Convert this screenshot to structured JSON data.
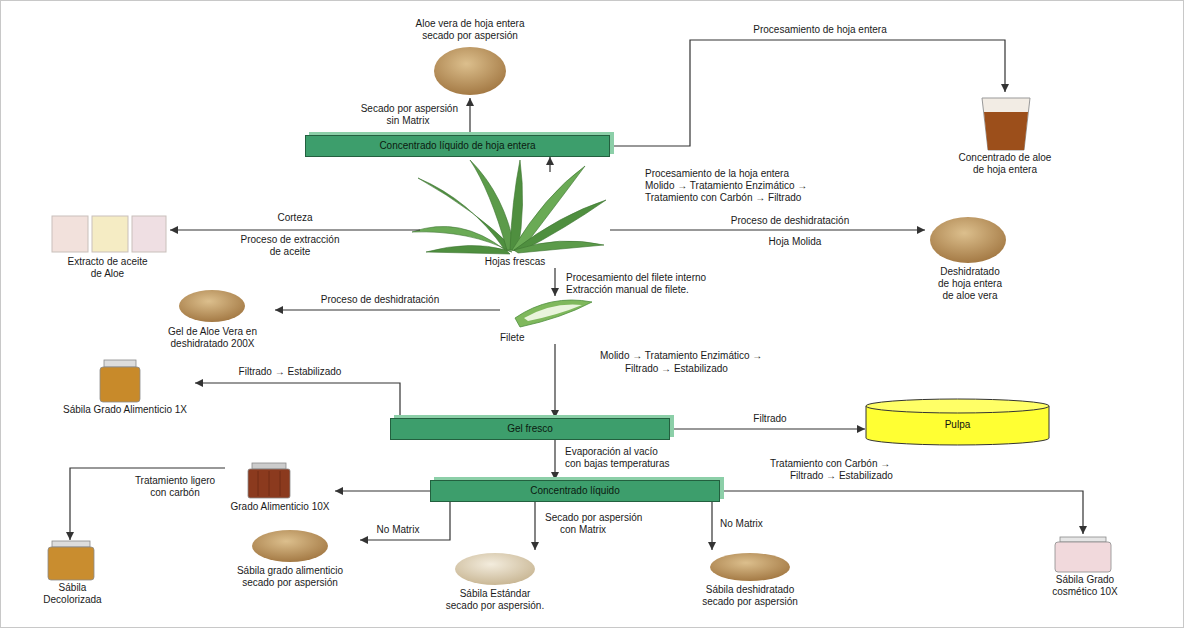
{
  "diagram": {
    "nodes": [
      {
        "text": [
          "Aloe vera de hoja entera secado por aspersión"
        ]
      },
      {
        "text": [
          "Concentrado líquido de hoja entera"
        ]
      },
      {
        "text": [
          "Concentrado de aloe de hoja entera"
        ]
      },
      {
        "text": [
          "Hojas frescas"
        ]
      },
      {
        "text": [
          "Extracto de aceite de Aloe"
        ]
      },
      {
        "text": [
          "Deshidratado de hoja entera de aloe vera"
        ]
      },
      {
        "text": [
          "Filete"
        ]
      },
      {
        "text": [
          "Gel de Aloe Vera en deshidratado 200X"
        ]
      },
      {
        "text": [
          "Gel fresco"
        ]
      },
      {
        "text": [
          "Sábila Grado Alimenticio 1X"
        ]
      },
      {
        "text": [
          "Pulpa"
        ]
      },
      {
        "text": [
          "Concentrado líquido"
        ]
      },
      {
        "text": [
          "Grado Alimenticio 10X"
        ]
      },
      {
        "text": [
          "Sábila Decolorizada"
        ]
      },
      {
        "text": [
          "Sábila grado alimenticio secado por aspersión"
        ]
      },
      {
        "text": [
          "Sábila Estándar secado por aspersión."
        ]
      },
      {
        "text": [
          "Sábila deshidratado secado por aspersión"
        ]
      },
      {
        "text": [
          "Sábila Grado cosmético 10X"
        ]
      }
    ],
    "edges": [
      {
        "from": 1,
        "to": 0,
        "arrow": "to"
      },
      {
        "from": 1,
        "to": 2,
        "arrow": "to"
      },
      {
        "from": 3,
        "to": 1,
        "arrow": "to"
      },
      {
        "from": 3,
        "to": 4,
        "arrow": "to"
      },
      {
        "from": 3,
        "to": 5,
        "arrow": "to"
      },
      {
        "from": 3,
        "to": 6,
        "arrow": "to"
      },
      {
        "from": 6,
        "to": 7,
        "arrow": "to"
      },
      {
        "from": 6,
        "to": 8,
        "arrow": "to"
      },
      {
        "from": 8,
        "to": 9,
        "arrow": "to"
      },
      {
        "from": 8,
        "to": 10,
        "arrow": "to"
      },
      {
        "from": 8,
        "to": 11,
        "arrow": "to"
      },
      {
        "from": 11,
        "to": 12,
        "arrow": "to"
      },
      {
        "from": 12,
        "to": 13,
        "arrow": "to"
      },
      {
        "from": 11,
        "to": 14,
        "arrow": "to"
      },
      {
        "from": 11,
        "to": 15,
        "arrow": "to"
      },
      {
        "from": 11,
        "to": 16,
        "arrow": "to"
      },
      {
        "from": 11,
        "to": 17,
        "arrow": "to"
      }
    ],
    "labels": [
      "Procesamiento de hoja entera",
      "Secado por aspersión",
      "sin Matrix",
      "Procesamiento de la hoja entera",
      "Molido → Tratamiento Enzimático →",
      "Tratamiento con Carbón → Filtrado",
      "Corteza",
      "Proceso de extracción",
      "de aceite",
      "Proceso de deshidratación",
      "Hoja Molida",
      "Procesamiento del filete interno",
      "Extracción manual de filete.",
      "Proceso de deshidratación",
      "Molido → Tratamiento Enzimático →",
      "Filtrado → Estabilizado",
      "Filtrado → Estabilizado",
      "Filtrado",
      "Evaporación al vacío",
      "con bajas temperaturas",
      "Tratamiento con Carbón →",
      "Filtrado → Estabilizado",
      "Tratamiento ligero",
      "con carbón",
      "No Matrix",
      "Secado por aspersión",
      "con Matrix",
      "No Matrix"
    ]
  }
}
